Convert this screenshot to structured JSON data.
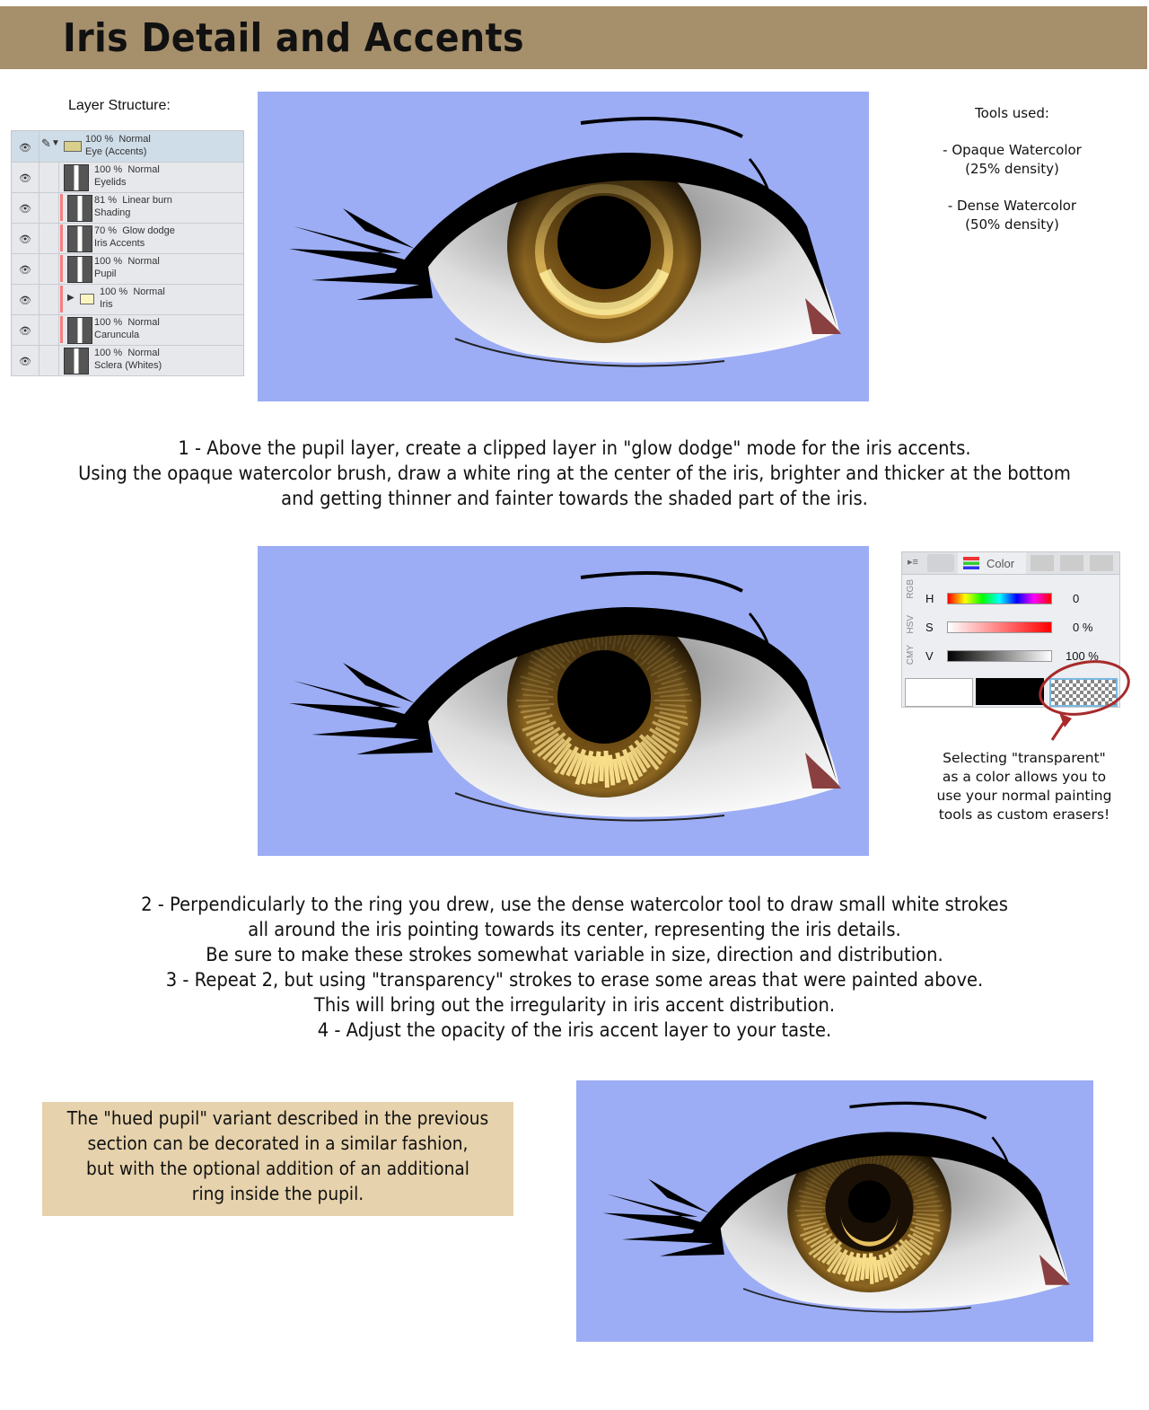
{
  "title": "Iris Detail and Accents",
  "layer_panel": {
    "heading": "Layer Structure:",
    "layers": [
      {
        "opacity": "100 %",
        "mode": "Normal",
        "name": "Eye (Accents)",
        "type": "folder-open"
      },
      {
        "opacity": "100 %",
        "mode": "Normal",
        "name": "Eyelids"
      },
      {
        "opacity": "81 %",
        "mode": "Linear burn",
        "name": "Shading",
        "clipped": true
      },
      {
        "opacity": "70 %",
        "mode": "Glow dodge",
        "name": "Iris Accents",
        "clipped": true
      },
      {
        "opacity": "100 %",
        "mode": "Normal",
        "name": "Pupil",
        "clipped": true
      },
      {
        "opacity": "100 %",
        "mode": "Normal",
        "name": "Iris",
        "type": "folder",
        "clipped": true
      },
      {
        "opacity": "100 %",
        "mode": "Normal",
        "name": "Caruncula",
        "clipped": true
      },
      {
        "opacity": "100 %",
        "mode": "Normal",
        "name": "Sclera (Whites)"
      }
    ]
  },
  "tools": {
    "heading": "Tools used:",
    "items": [
      "- Opaque Watercolor",
      "(25% density)",
      "- Dense Watercolor",
      "(50% density)"
    ]
  },
  "step1": [
    "1 - Above the pupil layer, create a clipped layer in \"glow dodge\" mode for the iris accents.",
    "Using the opaque watercolor brush, draw a white ring at the center of the iris, brighter and thicker at the bottom",
    "and getting thinner and fainter towards the shaded part of the iris."
  ],
  "color_panel": {
    "tab": "Color",
    "side_tabs": [
      "RGB",
      "HSV",
      "CMY"
    ],
    "h_label": "H",
    "h": "0",
    "s_label": "S",
    "s": "0 %",
    "v_label": "V",
    "v": "100 %"
  },
  "color_note": [
    "Selecting \"transparent\"",
    "as a color allows you to",
    "use your normal painting",
    "tools as custom erasers!"
  ],
  "steps2": [
    "2 - Perpendicularly to the ring you drew, use the dense watercolor tool to draw small white strokes",
    "all around the iris pointing towards its center, representing the iris details.",
    "Be sure to make these strokes somewhat variable in size, direction and distribution.",
    "3 - Repeat 2, but using \"transparency\" strokes to erase some areas that were painted above.",
    "This will bring out the irregularity in iris accent distribution.",
    "4 - Adjust the opacity of the iris accent layer to your taste."
  ],
  "variant_note": [
    "The \"hued pupil\" variant described in the previous",
    "section can be decorated in a similar fashion,",
    "but with the optional addition of an additional",
    "ring inside the pupil."
  ],
  "colors": {
    "header": "#a68f6b",
    "canvas_bg": "#9cadf5",
    "note_box": "#e6d2ac"
  }
}
